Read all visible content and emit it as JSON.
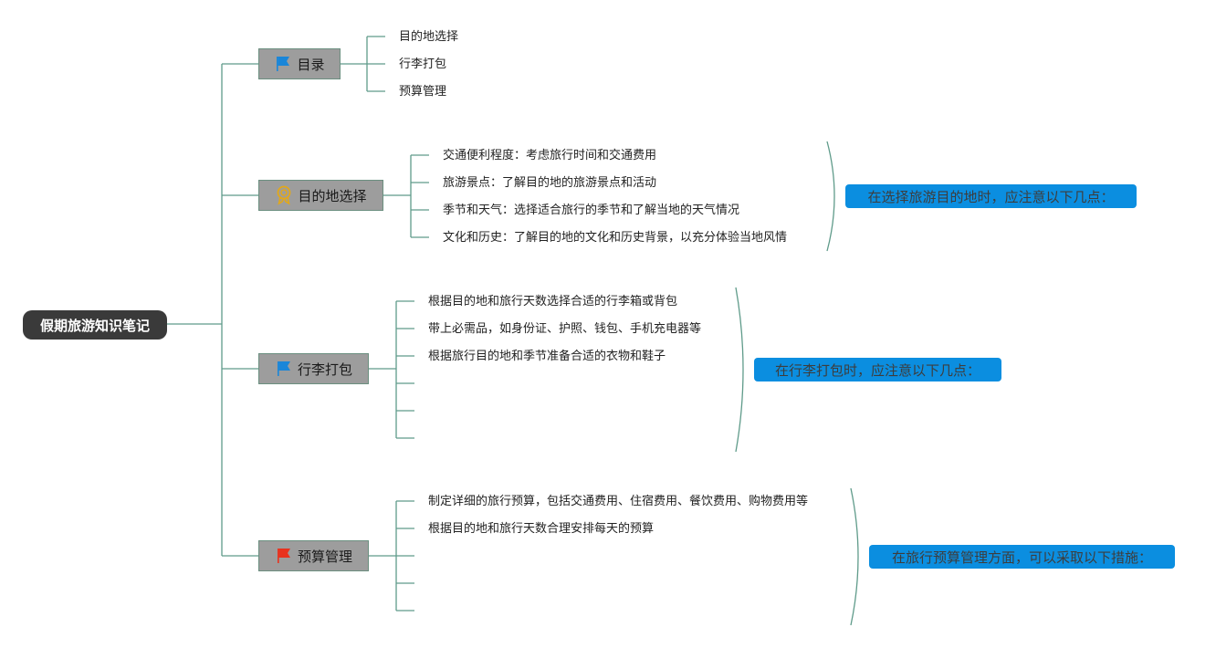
{
  "root": {
    "label": "假期旅游知识笔记"
  },
  "topics": {
    "catalog": {
      "label": "目录",
      "icon": "blue-flag-icon",
      "items": [
        "目的地选择",
        "行李打包",
        "预算管理"
      ]
    },
    "destination": {
      "label": "目的地选择",
      "icon": "award-ribbon-icon",
      "items": [
        "交通便利程度：考虑旅行时间和交通费用",
        "旅游景点：了解目的地的旅游景点和活动",
        "季节和天气：选择适合旅行的季节和了解当地的天气情况",
        "文化和历史：了解目的地的文化和历史背景，以充分体验当地风情"
      ],
      "summary": "在选择旅游目的地时，应注意以下几点："
    },
    "packing": {
      "label": "行李打包",
      "icon": "blue-flag-icon",
      "items": [
        "根据目的地和旅行天数选择合适的行李箱或背包",
        "带上必需品，如身份证、护照、钱包、手机充电器等",
        "根据旅行目的地和季节准备合适的衣物和鞋子"
      ],
      "summary": "在行李打包时，应注意以下几点："
    },
    "budget": {
      "label": "预算管理",
      "icon": "red-flag-icon",
      "items": [
        "制定详细的旅行预算，包括交通费用、住宿费用、餐饮费用、购物费用等",
        "根据目的地和旅行天数合理安排每天的预算"
      ],
      "summary": "在旅行预算管理方面，可以采取以下措施："
    }
  },
  "colors": {
    "line": "#5f9b8a",
    "root_bg": "#3a3a3a",
    "topic_bg": "#9d9d9d",
    "summary_bg": "#0b8ee0",
    "flag_blue": "#1a86d9",
    "flag_red": "#e8321e",
    "ribbon": "#e2a81a"
  }
}
